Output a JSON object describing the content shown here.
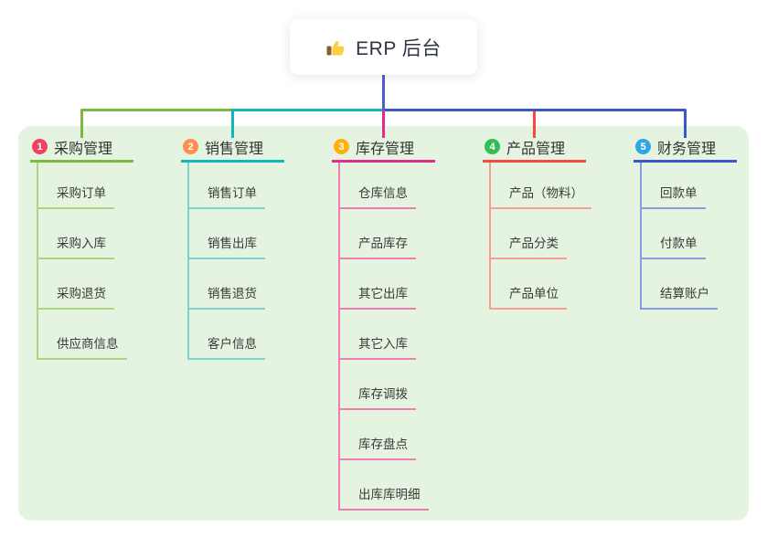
{
  "root": {
    "title": "ERP 后台",
    "icon": "thumbs-up-icon",
    "line_color": "#4a5ed0"
  },
  "panel_color": "#e4f4e0",
  "branches": [
    {
      "index": "1",
      "label": "采购管理",
      "badge_color": "#f0415f",
      "line_color": "#7cb93e",
      "child_line_color": "#a9d67f",
      "children": [
        "采购订单",
        "采购入库",
        "采购退货",
        "供应商信息"
      ]
    },
    {
      "index": "2",
      "label": "销售管理",
      "badge_color": "#fd8e4e",
      "line_color": "#14b7b9",
      "child_line_color": "#7ed2cf",
      "children": [
        "销售订单",
        "销售出库",
        "销售退货",
        "客户信息"
      ]
    },
    {
      "index": "3",
      "label": "库存管理",
      "badge_color": "#fdb10e",
      "line_color": "#e12d8e",
      "child_line_color": "#ee7cb5",
      "children": [
        "仓库信息",
        "产品库存",
        "其它出库",
        "其它入库",
        "库存调拨",
        "库存盘点",
        "出库库明细"
      ]
    },
    {
      "index": "4",
      "label": "产品管理",
      "badge_color": "#33bd54",
      "line_color": "#f8473e",
      "child_line_color": "#fa9d94",
      "children": [
        "产品（物料）",
        "产品分类",
        "产品单位"
      ]
    },
    {
      "index": "5",
      "label": "财务管理",
      "badge_color": "#31a6e5",
      "line_color": "#3d56c9",
      "child_line_color": "#8b9be0",
      "children": [
        "回款单",
        "付款单",
        "结算账户"
      ]
    }
  ]
}
